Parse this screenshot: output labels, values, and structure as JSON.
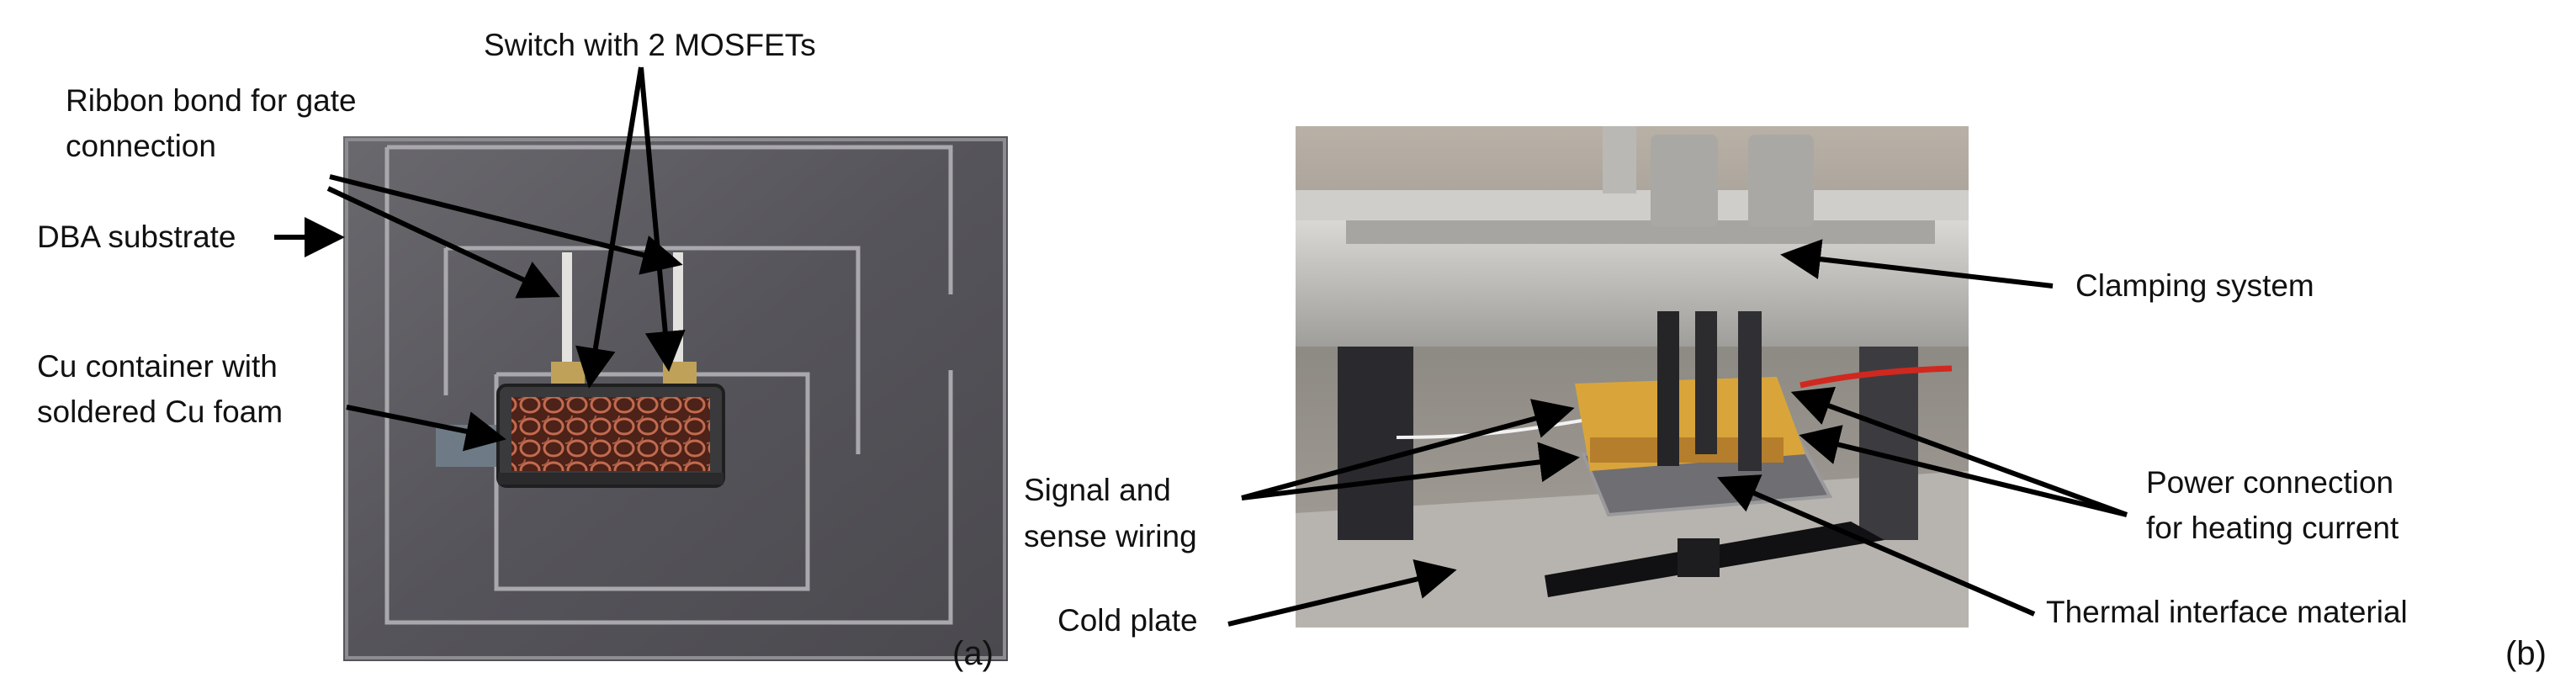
{
  "panel_a": {
    "id": "(a)",
    "labels": {
      "switch": "Switch with 2 MOSFETs",
      "ribbon_line1": "Ribbon bond for gate",
      "ribbon_line2": "connection",
      "dba": "DBA substrate",
      "cu_line1": "Cu container with",
      "cu_line2": "soldered Cu foam"
    }
  },
  "panel_b": {
    "id": "(b)",
    "labels": {
      "clamping": "Clamping system",
      "signal_line1": "Signal and",
      "signal_line2": "sense wiring",
      "cold_plate": "Cold plate",
      "power_line1": "Power connection",
      "power_line2": "for heating current",
      "tim": "Thermal interface material"
    }
  },
  "colors": {
    "arrow": "#000000",
    "substrate": "#5f5e63",
    "foam": "#7a3a2b",
    "frame": "#b9b8ba",
    "kapton": "#d9a53a",
    "cable": "#d0281f"
  }
}
